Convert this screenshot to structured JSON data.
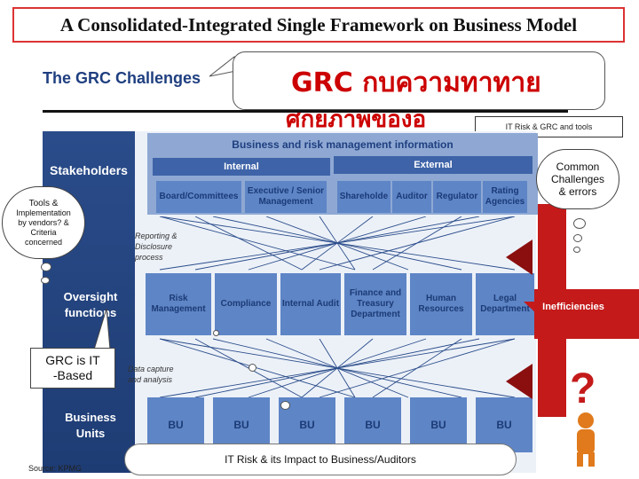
{
  "slide": {
    "title": "A Consolidated-Integrated Single Framework on Business Model",
    "heading": "The GRC Challenges",
    "thai_line1": "GRC กบความทาทาย",
    "thai_line2": "ศกยภาพของอ",
    "it_risk_tools": "IT Risk & GRC and tools"
  },
  "framework": {
    "info_title": "Business and risk management information",
    "internal_label": "Internal",
    "external_label": "External",
    "stakeholders_label": "Stakeholders",
    "stakeholders": {
      "board": "Board/Committees",
      "executive": "Executive / Senior Management",
      "shareholders": "Shareholde",
      "auditor": "Auditor",
      "regulator": "Regulator",
      "rating": "Rating Agencies"
    },
    "reporting_label": "Reporting & Disclosure process",
    "oversight_label_1": "Oversight",
    "oversight_label_2": "functions",
    "oversight": {
      "risk": "Risk Management",
      "compliance": "Compliance",
      "internal_audit": "Internal Audit",
      "finance": "Finance and Treasury Department",
      "hr": "Human Resources",
      "legal": "Legal Department"
    },
    "data_capture_label": "Data capture and analysis",
    "business_units_1": "Business",
    "business_units_2": "Units",
    "bu_label": "BU"
  },
  "callouts": {
    "tools_1": "Tools &",
    "tools_2": "Implementation",
    "tools_3": "by vendors? &",
    "tools_4": "Criteria",
    "tools_5": "concerned",
    "common_1": "Common",
    "common_2": "Challenges",
    "common_3": "& errors",
    "grc_it_1": "GRC is IT",
    "grc_it_2": "-Based",
    "inefficiencies": "Inefficiencies",
    "bottom": "IT Risk & its Impact to Business/Auditors"
  },
  "source": "Source: KPMG",
  "colors": {
    "title_border": "#dd3333",
    "heading_blue": "#1f3f80",
    "thai_red": "#cc0000",
    "box_blue": "#5e85c6",
    "dark_blue": "#1e3c74",
    "inefficiency_red": "#c41a1a"
  }
}
